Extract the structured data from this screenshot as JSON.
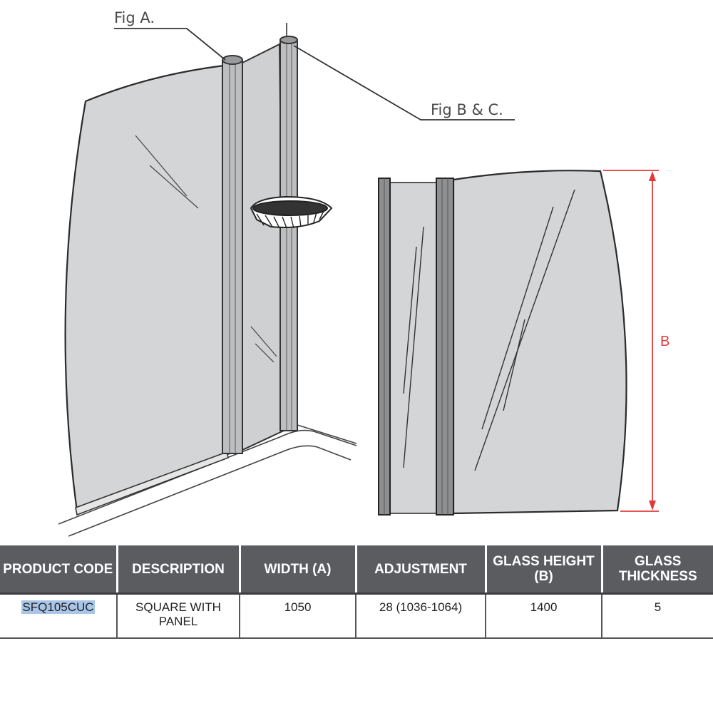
{
  "figures": {
    "fig_a_label": "Fig A.",
    "fig_bc_label": "Fig B & C.",
    "dimension_label": "B"
  },
  "colors": {
    "dimension_line": "#e23a3a",
    "header_bg": "#5a5c60",
    "highlight": "#a9c6e8"
  },
  "table": {
    "headers": [
      "PRODUCT CODE",
      "DESCRIPTION",
      "WIDTH (A)",
      "ADJUSTMENT",
      "GLASS HEIGHT (B)",
      "GLASS THICKNESS"
    ],
    "rows": [
      {
        "product_code": "SFQ105CUC",
        "description": "SQUARE WITH PANEL",
        "width": "1050",
        "adjustment": "28 (1036-1064)",
        "glass_height": "1400",
        "glass_thickness": "5"
      }
    ]
  }
}
